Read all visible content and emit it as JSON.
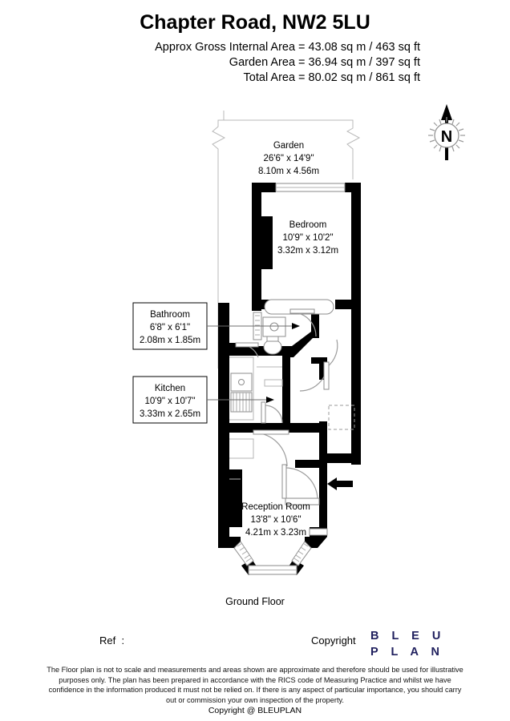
{
  "header": {
    "title": "Chapter Road, NW2 5LU",
    "areas": [
      "Approx Gross Internal Area = 43.08 sq m / 463 sq ft",
      "Garden Area = 36.94 sq m / 397 sq ft",
      "Total Area = 80.02 sq m / 861 sq ft"
    ]
  },
  "compass": {
    "label": "N",
    "name": "north-arrow"
  },
  "rooms": {
    "garden": {
      "name": "Garden",
      "imperial": "26'6\" x 14'9\"",
      "metric": "8.10m x 4.56m"
    },
    "bedroom": {
      "name": "Bedroom",
      "imperial": "10'9\" x 10'2\"",
      "metric": "3.32m x 3.12m"
    },
    "bathroom": {
      "name": "Bathroom",
      "imperial": "6'8\" x 6'1\"",
      "metric": "2.08m x 1.85m"
    },
    "kitchen": {
      "name": "Kitchen",
      "imperial": "10'9\" x 10'7\"",
      "metric": "3.33m x 2.65m"
    },
    "reception": {
      "name": "Reception Room",
      "imperial": "13'8\" x 10'6\"",
      "metric": "4.21m x 3.23m"
    }
  },
  "footer": {
    "floor_name": "Ground Floor",
    "ref_label": "Ref  :",
    "copyright_label": "Copyright",
    "logo_line1": "B L E U",
    "logo_line2": "P L A N",
    "logo_color": "#20205e",
    "disclaimer": "The Floor plan is not to scale and measurements and areas shown are approximate and therefore should be used for illustrative purposes only. The plan has been prepared in accordance with the RICS code of Measuring Practice and whilst we have confidence in the information produced it must not be relied on. If there is any aspect of particular importance, you should carry out or commission your own inspection of the property.",
    "copyright_bottom": "Copyright @ BLEUPLAN"
  }
}
